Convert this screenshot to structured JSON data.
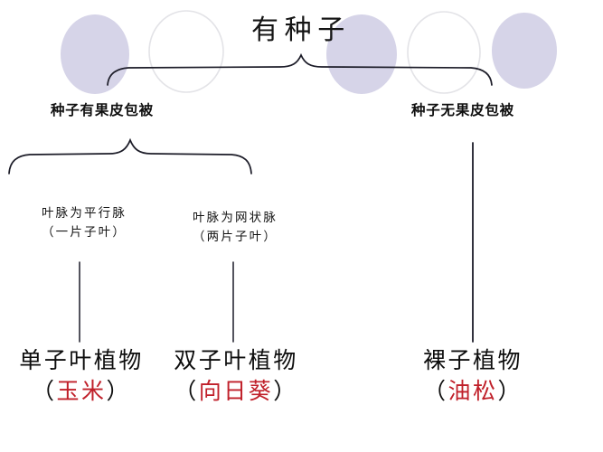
{
  "diagram": {
    "title": "有种子",
    "branches": [
      {
        "label": "种子有果皮包被"
      },
      {
        "label": "种子无果皮包被"
      }
    ],
    "traits": [
      {
        "line1": "叶脉为平行脉",
        "line2": "（一片子叶）"
      },
      {
        "line1": "叶脉为网状脉",
        "line2": "（两片子叶）"
      }
    ],
    "results": [
      {
        "group": "单子叶植物",
        "open_paren": "（",
        "species": "玉米",
        "close_paren": "）"
      },
      {
        "group": "双子叶植物",
        "open_paren": "（",
        "species": "向日葵",
        "close_paren": "）"
      },
      {
        "group": "裸子植物",
        "open_paren": "（",
        "species": "油松",
        "close_paren": "）"
      }
    ],
    "colors": {
      "accent_red": "#c0202a",
      "circle_fill": "#d6d4e8",
      "circle_stroke": "#e2e2e6",
      "line": "#1c1c28",
      "text": "#111111"
    },
    "decorations": {
      "circle_filled_count": 3,
      "circle_outlined_count": 2
    }
  }
}
